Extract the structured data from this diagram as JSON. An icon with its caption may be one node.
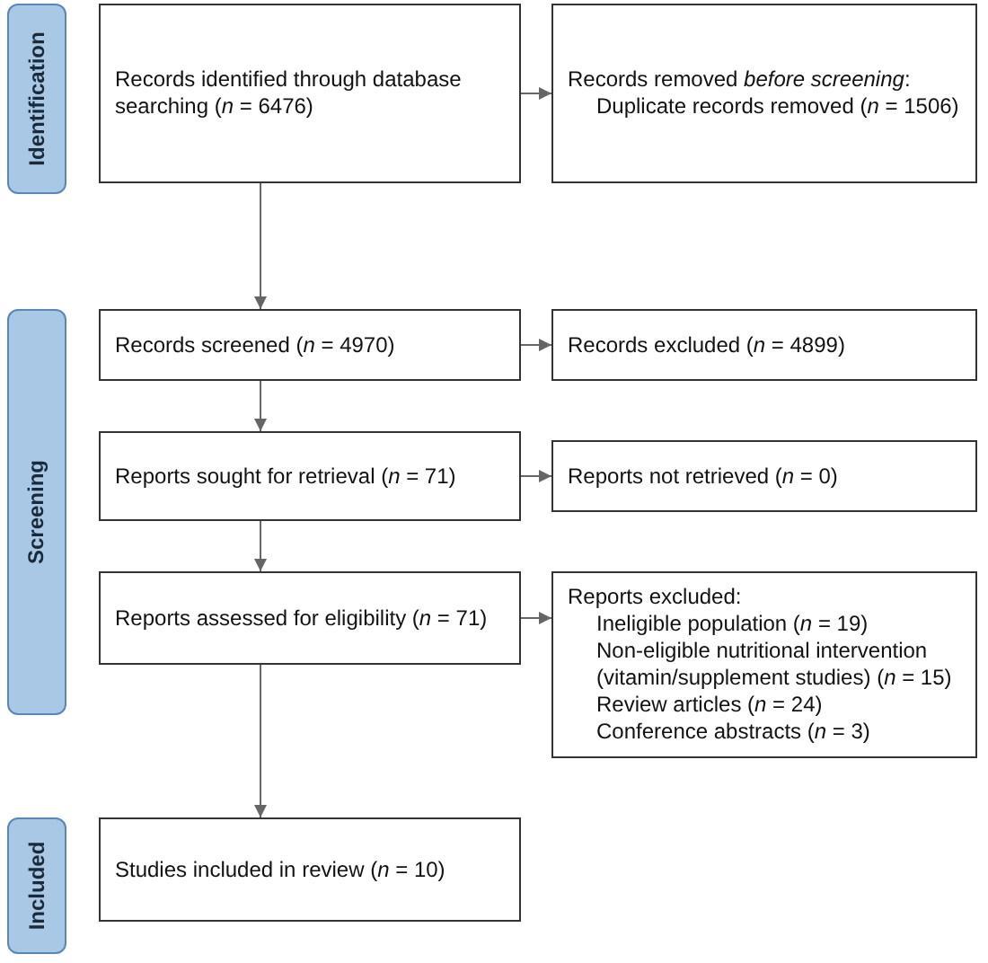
{
  "diagram": {
    "nodes": [
      {
        "text": [
          "Identification"
        ]
      },
      {
        "text": [
          "Records identified through database searching (*n* = 6476)"
        ]
      },
      {
        "text": [
          "Records removed *before screening*:",
          "Duplicate records removed (*n* = 1506)"
        ]
      },
      {
        "text": [
          "Screening"
        ]
      },
      {
        "text": [
          "Records screened (*n* = 4970)"
        ]
      },
      {
        "text": [
          "Records excluded (*n* = 4899)"
        ]
      },
      {
        "text": [
          "Reports sought for retrieval (*n* = 71)"
        ]
      },
      {
        "text": [
          "Reports not retrieved (*n* = 0)"
        ]
      },
      {
        "text": [
          "Reports assessed for eligibility (*n* = 71)"
        ]
      },
      {
        "text": [
          "Reports excluded:",
          "Ineligible population (*n* = 19)",
          "Non-eligible nutritional intervention (vitamin/supplement studies) (*n* = 15)",
          "Review articles (*n* = 24)",
          "Conference abstracts (*n* = 3)"
        ]
      },
      {
        "text": [
          "Included"
        ]
      },
      {
        "text": [
          "Studies included in review (*n* = 10)"
        ]
      }
    ],
    "edges": [
      {
        "from": 1,
        "to": 2,
        "arrow": "to"
      },
      {
        "from": 1,
        "to": 4,
        "arrow": "to"
      },
      {
        "from": 4,
        "to": 5,
        "arrow": "to"
      },
      {
        "from": 4,
        "to": 6,
        "arrow": "to"
      },
      {
        "from": 6,
        "to": 7,
        "arrow": "to"
      },
      {
        "from": 6,
        "to": 8,
        "arrow": "to"
      },
      {
        "from": 8,
        "to": 9,
        "arrow": "to"
      },
      {
        "from": 8,
        "to": 11,
        "arrow": "to"
      }
    ]
  }
}
